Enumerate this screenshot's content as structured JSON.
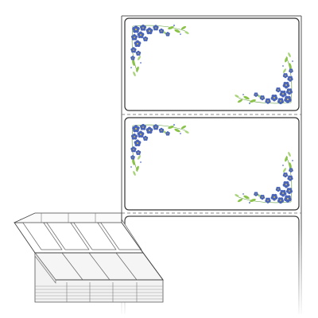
{
  "colors": {
    "background": "#ffffff",
    "outline": "#333333",
    "outline_soft": "#777777",
    "perforation": "#888888",
    "paper": "#ffffff",
    "paper_shade": "#f1f1f1",
    "flower_blue": "#4a64b8",
    "flower_blue_light": "#7f93d6",
    "flower_center": "#d8c24a",
    "leaf_green": "#8bc34a",
    "leaf_green_dark": "#5e9a3a"
  },
  "icons": {
    "floral_corner_top_left": "floral-corner-icon",
    "floral_corner_bottom_right": "floral-corner-icon",
    "fanfold_stack": "fanfold-label-stack-icon"
  },
  "sheet": {
    "label_count_full": 2,
    "label_count_partial": 1
  },
  "stack": {
    "panel_columns": 4
  }
}
